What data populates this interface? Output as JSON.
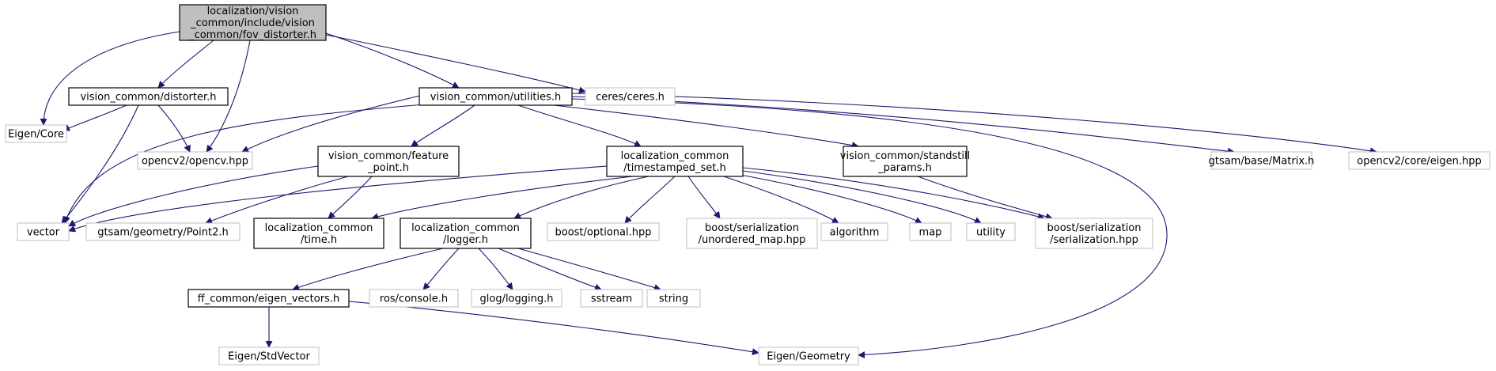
{
  "colors": {
    "edge": "#191970",
    "root_fill": "#bfbfbf",
    "root_border": "#000000",
    "header_border": "#000000",
    "system_border": "#bfbfbf",
    "node_fill": "#ffffff"
  },
  "nodes": [
    {
      "id": "fov",
      "kind": "root",
      "lines": [
        "localization/vision",
        "_common/include/vision",
        "_common/fov_distorter.h"
      ]
    },
    {
      "id": "distorter",
      "kind": "header",
      "lines": [
        "vision_common/distorter.h"
      ]
    },
    {
      "id": "utilities",
      "kind": "header",
      "lines": [
        "vision_common/utilities.h"
      ]
    },
    {
      "id": "ceres",
      "kind": "system",
      "lines": [
        "ceres/ceres.h"
      ]
    },
    {
      "id": "eigencore",
      "kind": "system",
      "lines": [
        "Eigen/Core"
      ]
    },
    {
      "id": "opencv",
      "kind": "system",
      "lines": [
        "opencv2/opencv.hpp"
      ]
    },
    {
      "id": "featurepoint",
      "kind": "header",
      "lines": [
        "vision_common/feature",
        "_point.h"
      ]
    },
    {
      "id": "timestamped",
      "kind": "header",
      "lines": [
        "localization_common",
        "/timestamped_set.h"
      ]
    },
    {
      "id": "standstill",
      "kind": "header",
      "lines": [
        "vision_common/standstill",
        "_params.h"
      ]
    },
    {
      "id": "gtsammatrix",
      "kind": "system",
      "lines": [
        "gtsam/base/Matrix.h"
      ]
    },
    {
      "id": "cveigen",
      "kind": "system",
      "lines": [
        "opencv2/core/eigen.hpp"
      ]
    },
    {
      "id": "vector",
      "kind": "system",
      "lines": [
        "vector"
      ]
    },
    {
      "id": "point2",
      "kind": "system",
      "lines": [
        "gtsam/geometry/Point2.h"
      ]
    },
    {
      "id": "time",
      "kind": "header",
      "lines": [
        "localization_common",
        "/time.h"
      ]
    },
    {
      "id": "logger",
      "kind": "header",
      "lines": [
        "localization_common",
        "/logger.h"
      ]
    },
    {
      "id": "optional",
      "kind": "system",
      "lines": [
        "boost/optional.hpp"
      ]
    },
    {
      "id": "unorderedmap",
      "kind": "system",
      "lines": [
        "boost/serialization",
        "/unordered_map.hpp"
      ]
    },
    {
      "id": "algorithm",
      "kind": "system",
      "lines": [
        "algorithm"
      ]
    },
    {
      "id": "map",
      "kind": "system",
      "lines": [
        "map"
      ]
    },
    {
      "id": "utility",
      "kind": "system",
      "lines": [
        "utility"
      ]
    },
    {
      "id": "serialization",
      "kind": "system",
      "lines": [
        "boost/serialization",
        "/serialization.hpp"
      ]
    },
    {
      "id": "eigenvectors",
      "kind": "header",
      "lines": [
        "ff_common/eigen_vectors.h"
      ]
    },
    {
      "id": "rosconsole",
      "kind": "system",
      "lines": [
        "ros/console.h"
      ]
    },
    {
      "id": "glog",
      "kind": "system",
      "lines": [
        "glog/logging.h"
      ]
    },
    {
      "id": "sstream",
      "kind": "system",
      "lines": [
        "sstream"
      ]
    },
    {
      "id": "string",
      "kind": "system",
      "lines": [
        "string"
      ]
    },
    {
      "id": "stdvector",
      "kind": "system",
      "lines": [
        "Eigen/StdVector"
      ]
    },
    {
      "id": "geometry",
      "kind": "system",
      "lines": [
        "Eigen/Geometry"
      ]
    }
  ]
}
